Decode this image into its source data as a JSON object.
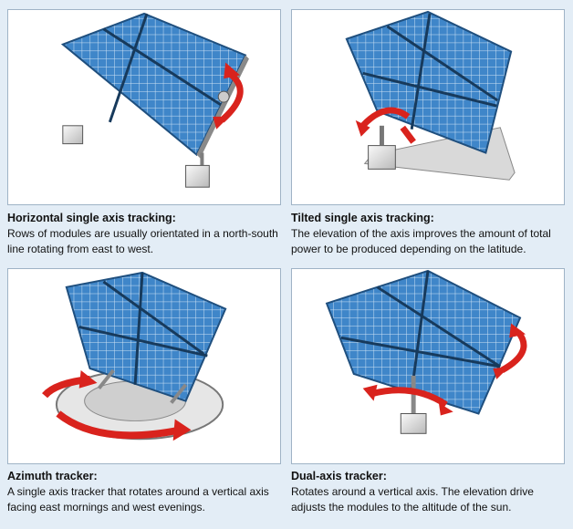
{
  "colors": {
    "background": "#e3edf6",
    "panel": "#ffffff",
    "panel_border": "#9fb3c6",
    "solar_cell": "#3f86c9",
    "arrow": "#d9231d"
  },
  "panels": [
    {
      "title": "Horizontal single axis tracking:",
      "description": "Rows of modules are usually orientated in a north-south line rotating from east to west."
    },
    {
      "title": "Tilted single axis tracking:",
      "description": "The elevation of the axis improves the amount of total power to be produced depending on the latitude."
    },
    {
      "title": "Azimuth tracker:",
      "description": "A single axis tracker that rotates around a vertical axis facing east mornings and west evenings."
    },
    {
      "title": "Dual-axis tracker:",
      "description": "Rotates around a vertical axis. The elevation drive adjusts the modules to the altitude of the sun."
    }
  ]
}
